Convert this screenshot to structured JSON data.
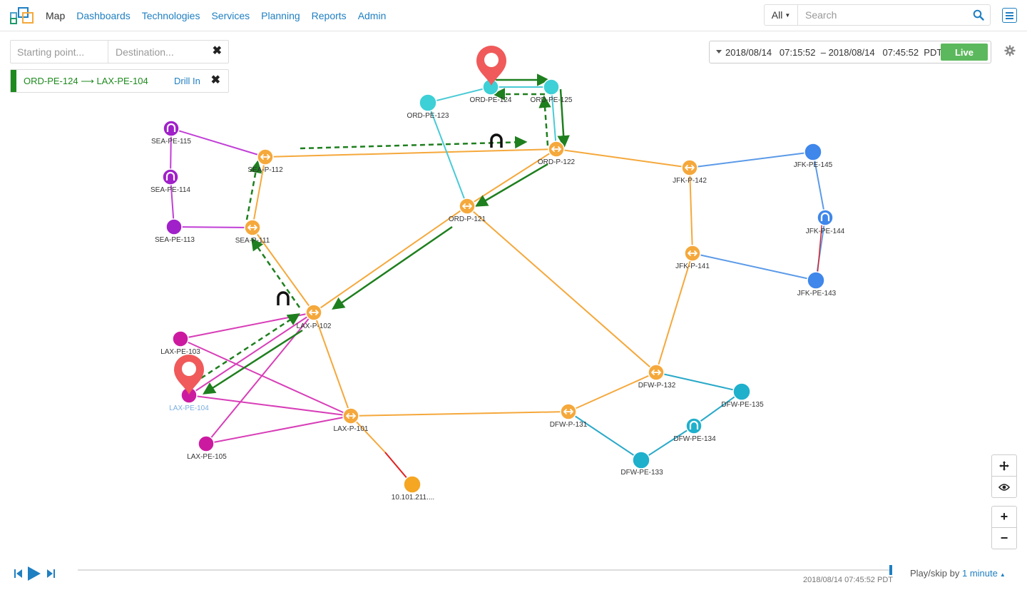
{
  "nav": {
    "items": [
      {
        "label": "Map",
        "active": true
      },
      {
        "label": "Dashboards"
      },
      {
        "label": "Technologies"
      },
      {
        "label": "Services"
      },
      {
        "label": "Planning"
      },
      {
        "label": "Reports"
      },
      {
        "label": "Admin"
      }
    ]
  },
  "search": {
    "scope": "All",
    "placeholder": "Search"
  },
  "route": {
    "start_placeholder": "Starting point...",
    "dest_placeholder": "Destination...",
    "clear": "✖"
  },
  "path": {
    "label": "ORD-PE-124 ⟶ LAX-PE-104",
    "drill": "Drill In",
    "close": "✖"
  },
  "time": {
    "range": "2018/08/14   07:15:52  – 2018/08/14   07:45:52  PDT",
    "live": "Live"
  },
  "map_controls": {
    "zoom_in": "+",
    "zoom_out": "−"
  },
  "colors": {
    "link_orange": "#f5a83b",
    "link_blue": "#5b9ae8",
    "link_cyan": "#49cad6",
    "link_teal": "#2aa9c9",
    "link_magenta": "#d83eb8",
    "link_purple": "#c13fd6",
    "link_red": "#e02020",
    "path_green": "#1e7f1e",
    "pin_red": "#f05a5a",
    "accent_blue": "#1f7fc1",
    "live_green": "#5cb85c"
  },
  "nodes": {
    "sea_pe_115": "SEA-PE-115",
    "sea_pe_114": "SEA-PE-114",
    "sea_pe_113": "SEA-PE-113",
    "sea_p_112": "SEA-P-112",
    "sea_p_111": "SEA-P-111",
    "ord_pe_123": "ORD-PE-123",
    "ord_pe_124": "ORD-PE-124",
    "ord_pe_125": "ORD-PE-125",
    "ord_p_122": "ORD-P-122",
    "ord_p_121": "ORD-P-121",
    "jfk_p_142": "JFK-P-142",
    "jfk_pe_145": "JFK-PE-145",
    "jfk_pe_144": "JFK-PE-144",
    "jfk_p_141": "JFK-P-141",
    "jfk_pe_143": "JFK-PE-143",
    "lax_p_102": "LAX-P-102",
    "lax_pe_103": "LAX-PE-103",
    "lax_pe_104": "LAX-PE-104",
    "lax_pe_105": "LAX-PE-105",
    "lax_p_101": "LAX-P-101",
    "ip_node": "10.101.211....",
    "dfw_p_132": "DFW-P-132",
    "dfw_pe_135": "DFW-PE-135",
    "dfw_pe_134": "DFW-PE-134",
    "dfw_p_131": "DFW-P-131",
    "dfw_pe_133": "DFW-PE-133"
  },
  "timeline": {
    "current_time": "2018/08/14 07:45:52 PDT",
    "skip_label": "Play/skip by",
    "skip_value": "1 minute"
  }
}
